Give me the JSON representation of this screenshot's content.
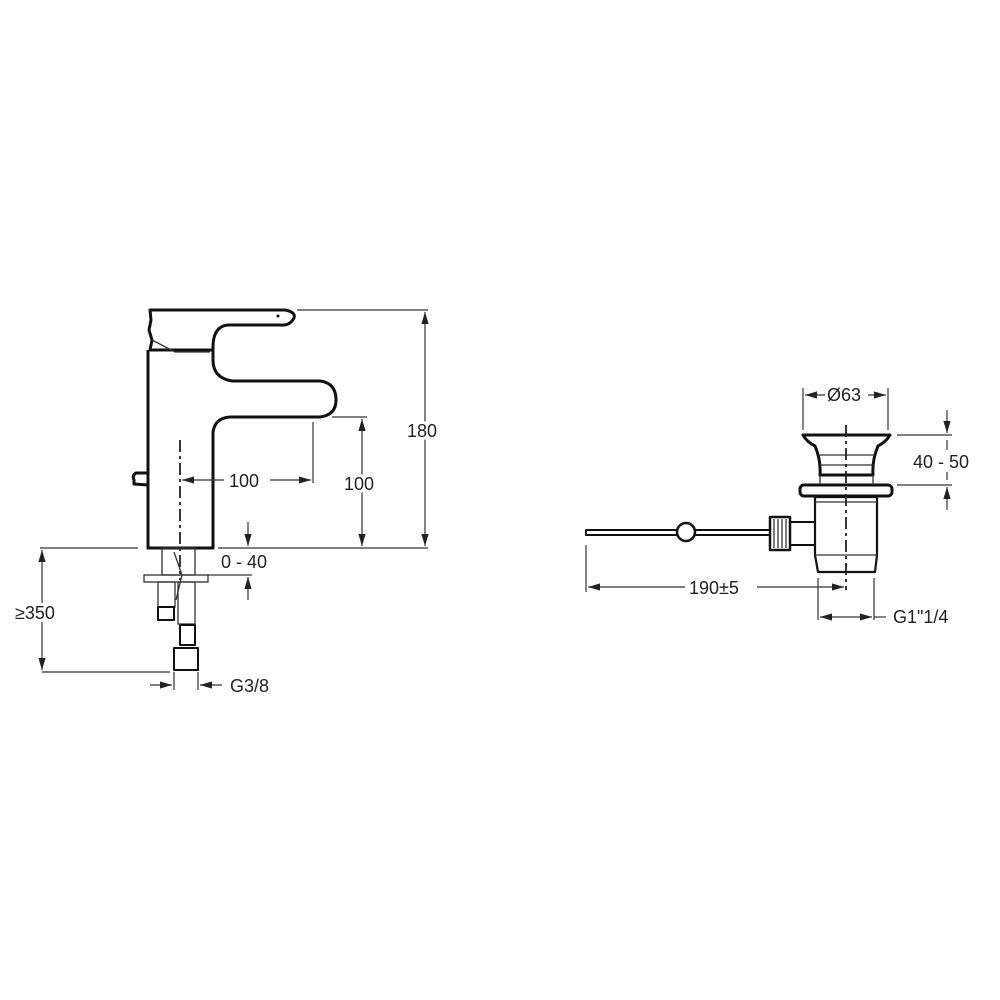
{
  "faucet": {
    "height_total": "180",
    "spout_reach": "100",
    "spout_height": "100",
    "deck_thickness": "0 - 40",
    "hose_length": "≥350",
    "connection": "G3/8"
  },
  "waste": {
    "diameter": "Ø63",
    "flange_height": "40 - 50",
    "rod_length": "190±5",
    "thread": "G1\"1/4"
  }
}
